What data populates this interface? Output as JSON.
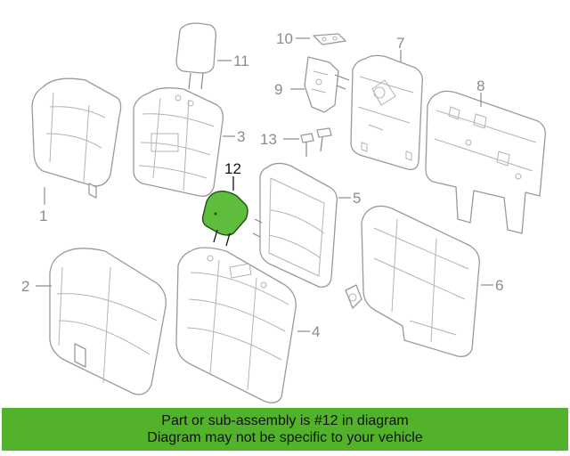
{
  "callouts": {
    "c1": "1",
    "c2": "2",
    "c3": "3",
    "c4": "4",
    "c5": "5",
    "c6": "6",
    "c7": "7",
    "c8": "8",
    "c9": "9",
    "c10": "10",
    "c11": "11",
    "c12": "12",
    "c13": "13"
  },
  "highlighted_part": "12",
  "colors": {
    "highlight": "#5ebd3c",
    "banner": "#52b32b",
    "line": "#9a9a9a"
  },
  "footer": {
    "line1": "Part or sub-assembly is #12 in diagram",
    "line2": "Diagram may not be specific to your vehicle"
  }
}
